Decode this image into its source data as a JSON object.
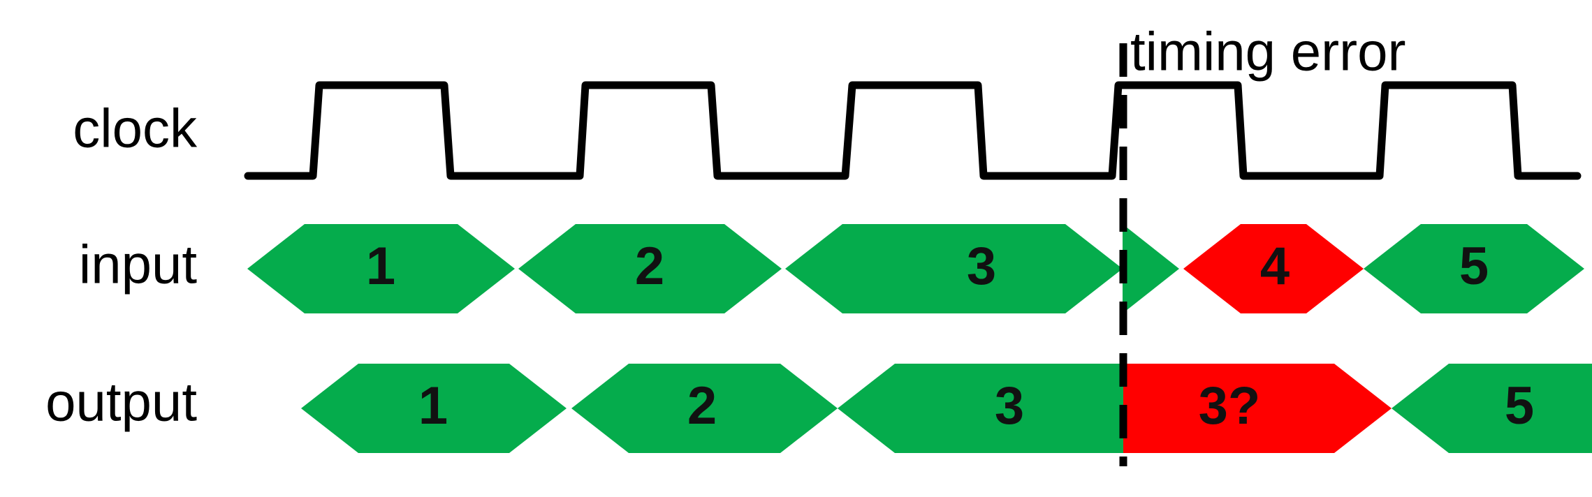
{
  "rows": {
    "clock": "clock",
    "input": "input",
    "output": "output"
  },
  "annotation": "timing error",
  "colors": {
    "ok": "#05ac4c",
    "error": "#ff0000",
    "line": "#000000"
  },
  "input_cells": [
    {
      "label": "1",
      "status": "ok"
    },
    {
      "label": "2",
      "status": "ok"
    },
    {
      "label": "3",
      "status": "ok"
    },
    {
      "label": "",
      "status": "ok"
    },
    {
      "label": "4",
      "status": "error"
    },
    {
      "label": "5",
      "status": "ok"
    }
  ],
  "output_cells": [
    {
      "label": "1",
      "status": "ok"
    },
    {
      "label": "2",
      "status": "ok"
    },
    {
      "label": "3",
      "status": "ok"
    },
    {
      "label": "3?",
      "status": "error"
    },
    {
      "label": "5",
      "status": "ok"
    }
  ]
}
